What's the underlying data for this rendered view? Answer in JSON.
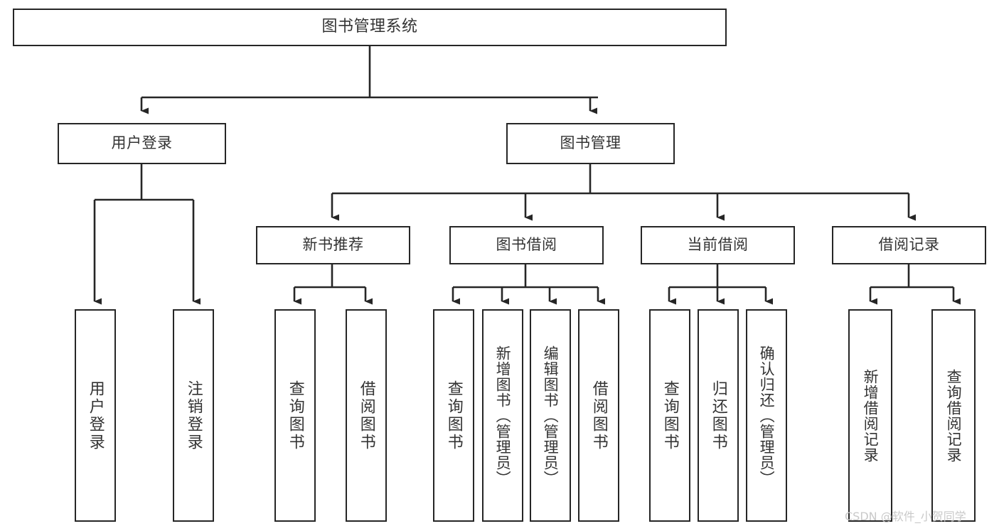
{
  "diagram": {
    "title": "图书管理系统",
    "watermark": "CSDN @软件_小贺同学",
    "line_color": "#262626",
    "text_color": "#333333",
    "background_color": "#ffffff",
    "root": {
      "label": "图书管理系统"
    },
    "level2": [
      {
        "label": "用户登录"
      },
      {
        "label": "图书管理"
      }
    ],
    "level3": [
      {
        "label": "新书推荐"
      },
      {
        "label": "图书借阅"
      },
      {
        "label": "当前借阅"
      },
      {
        "label": "借阅记录"
      }
    ],
    "leaves": {
      "user_login": [
        {
          "label": "用户登录"
        },
        {
          "label": "注销登录"
        }
      ],
      "new_book_recommend": [
        {
          "label": "查询图书"
        },
        {
          "label": "借阅图书"
        }
      ],
      "book_borrow": [
        {
          "label": "查询图书"
        },
        {
          "label": "新增图书（管理员）"
        },
        {
          "label": "编辑图书（管理员）"
        },
        {
          "label": "借阅图书"
        }
      ],
      "current_borrow": [
        {
          "label": "查询图书"
        },
        {
          "label": "归还图书"
        },
        {
          "label": "确认归还（管理员）"
        }
      ],
      "borrow_records": [
        {
          "label": "新增借阅记录"
        },
        {
          "label": "查询借阅记录"
        }
      ]
    }
  }
}
